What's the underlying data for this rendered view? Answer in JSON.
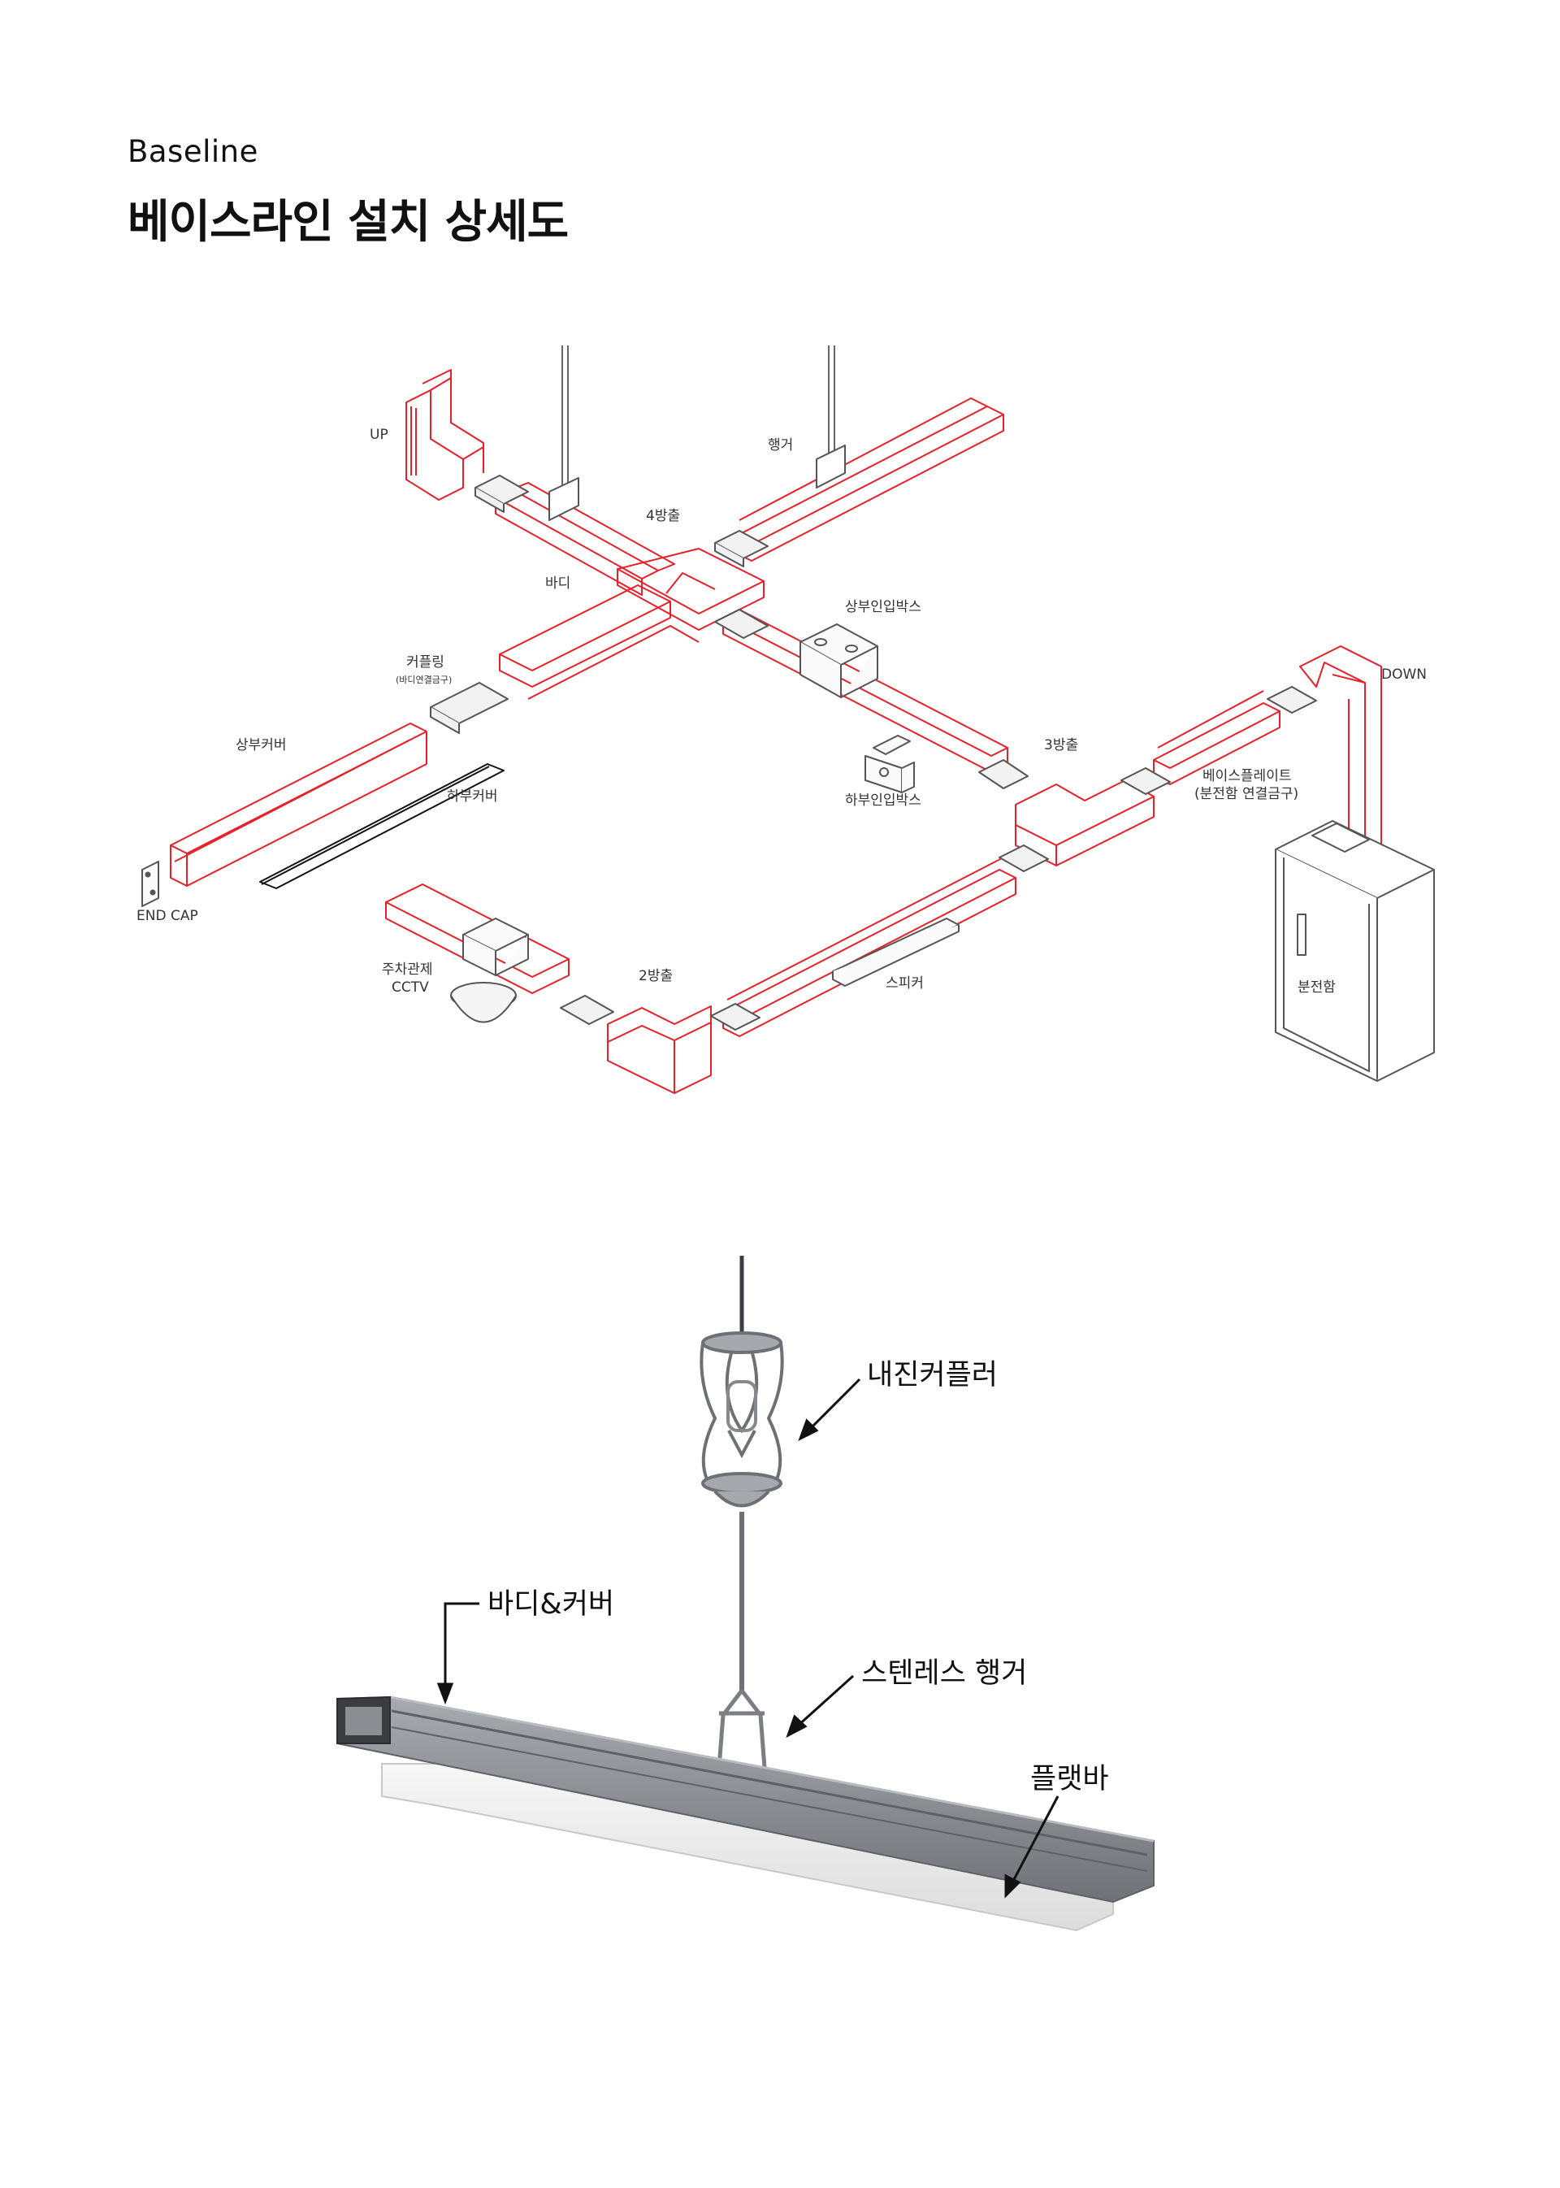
{
  "header": {
    "subtitle": "Baseline",
    "title": "베이스라인 설치 상세도"
  },
  "diagram": {
    "labels": {
      "up": "UP",
      "hanger": "행거",
      "four_way": "4방출",
      "body": "바디",
      "top_inlet_box": "상부인입박스",
      "down": "DOWN",
      "coupling": "커플링",
      "coupling_sub": "(바디연결금구)",
      "top_cover": "상부커버",
      "bottom_cover": "하부커버",
      "bottom_inlet_box": "하부인입박스",
      "three_way": "3방출",
      "base_plate": "베이스플레이트",
      "base_plate_sub": "(분전함 연결금구)",
      "end_cap": "END CAP",
      "parking_cctv_1": "주차관제",
      "parking_cctv_2": "CCTV",
      "two_way": "2방출",
      "speaker": "스피커",
      "panel_box": "분전함"
    }
  },
  "detail": {
    "labels": {
      "inner_coupler": "내진커플러",
      "body_cover": "바디&커버",
      "stainless_hanger": "스텐레스 행거",
      "flat_bar": "플랫바"
    }
  },
  "colors": {
    "accent_red": "#e8202a",
    "line_gray": "#555555",
    "profile_gray": "#8a8d92"
  }
}
